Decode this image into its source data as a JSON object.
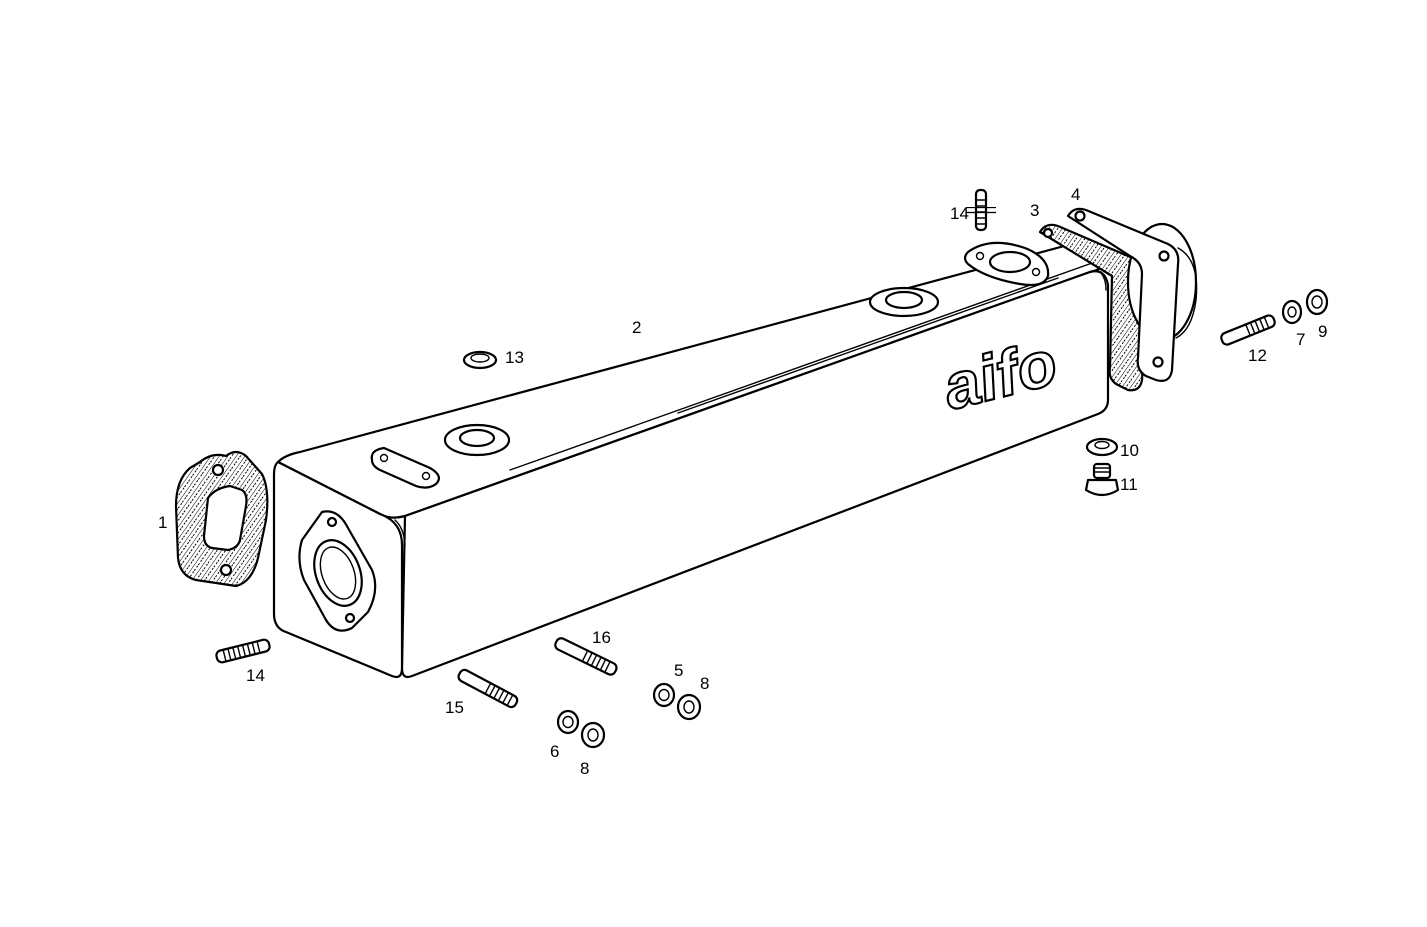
{
  "brand_text": "aifo",
  "callouts": {
    "c1": "1",
    "c2": "2",
    "c3": "3",
    "c4": "4",
    "c5": "5",
    "c6": "6",
    "c7": "7",
    "c8a": "8",
    "c8b": "8",
    "c9": "9",
    "c10": "10",
    "c11": "11",
    "c12": "12",
    "c13": "13",
    "c14a": "14",
    "c14b": "14",
    "c15": "15",
    "c16": "16"
  }
}
